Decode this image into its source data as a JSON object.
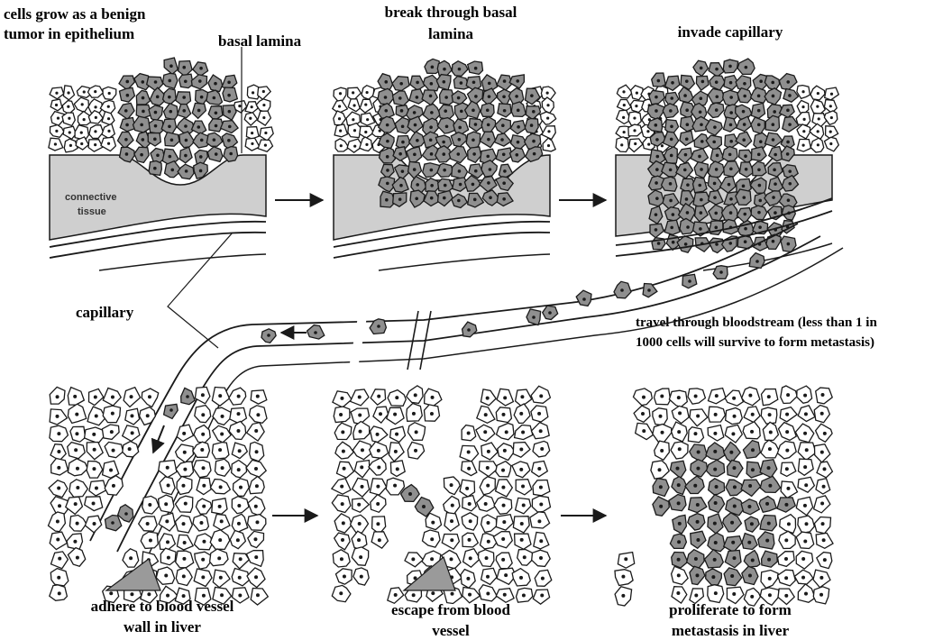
{
  "labels": {
    "step1_line1": "cells grow as a benign",
    "step1_line2": "tumor in epithelium",
    "basal_lamina": "basal lamina",
    "step2_line1": "break through basal",
    "step2_line2": "lamina",
    "step3": "invade capillary",
    "connective_line1": "connective",
    "connective_line2": "tissue",
    "capillary": "capillary",
    "travel_line1": "travel through bloodstream (less than 1 in",
    "travel_line2": "1000 cells will survive to form metastasis)",
    "step4_line1": "adhere to blood vessel",
    "step4_line2": "wall in liver",
    "step5_line1": "escape from blood",
    "step5_line2": "vessel",
    "step6_line1": "proliferate to form",
    "step6_line2": "metastasis in liver"
  },
  "colors": {
    "tumor_cell": "#8f8f8f",
    "connective_tissue": "#cfcfcf",
    "normal_cell": "#ffffff",
    "outline": "#1a1a1a"
  }
}
